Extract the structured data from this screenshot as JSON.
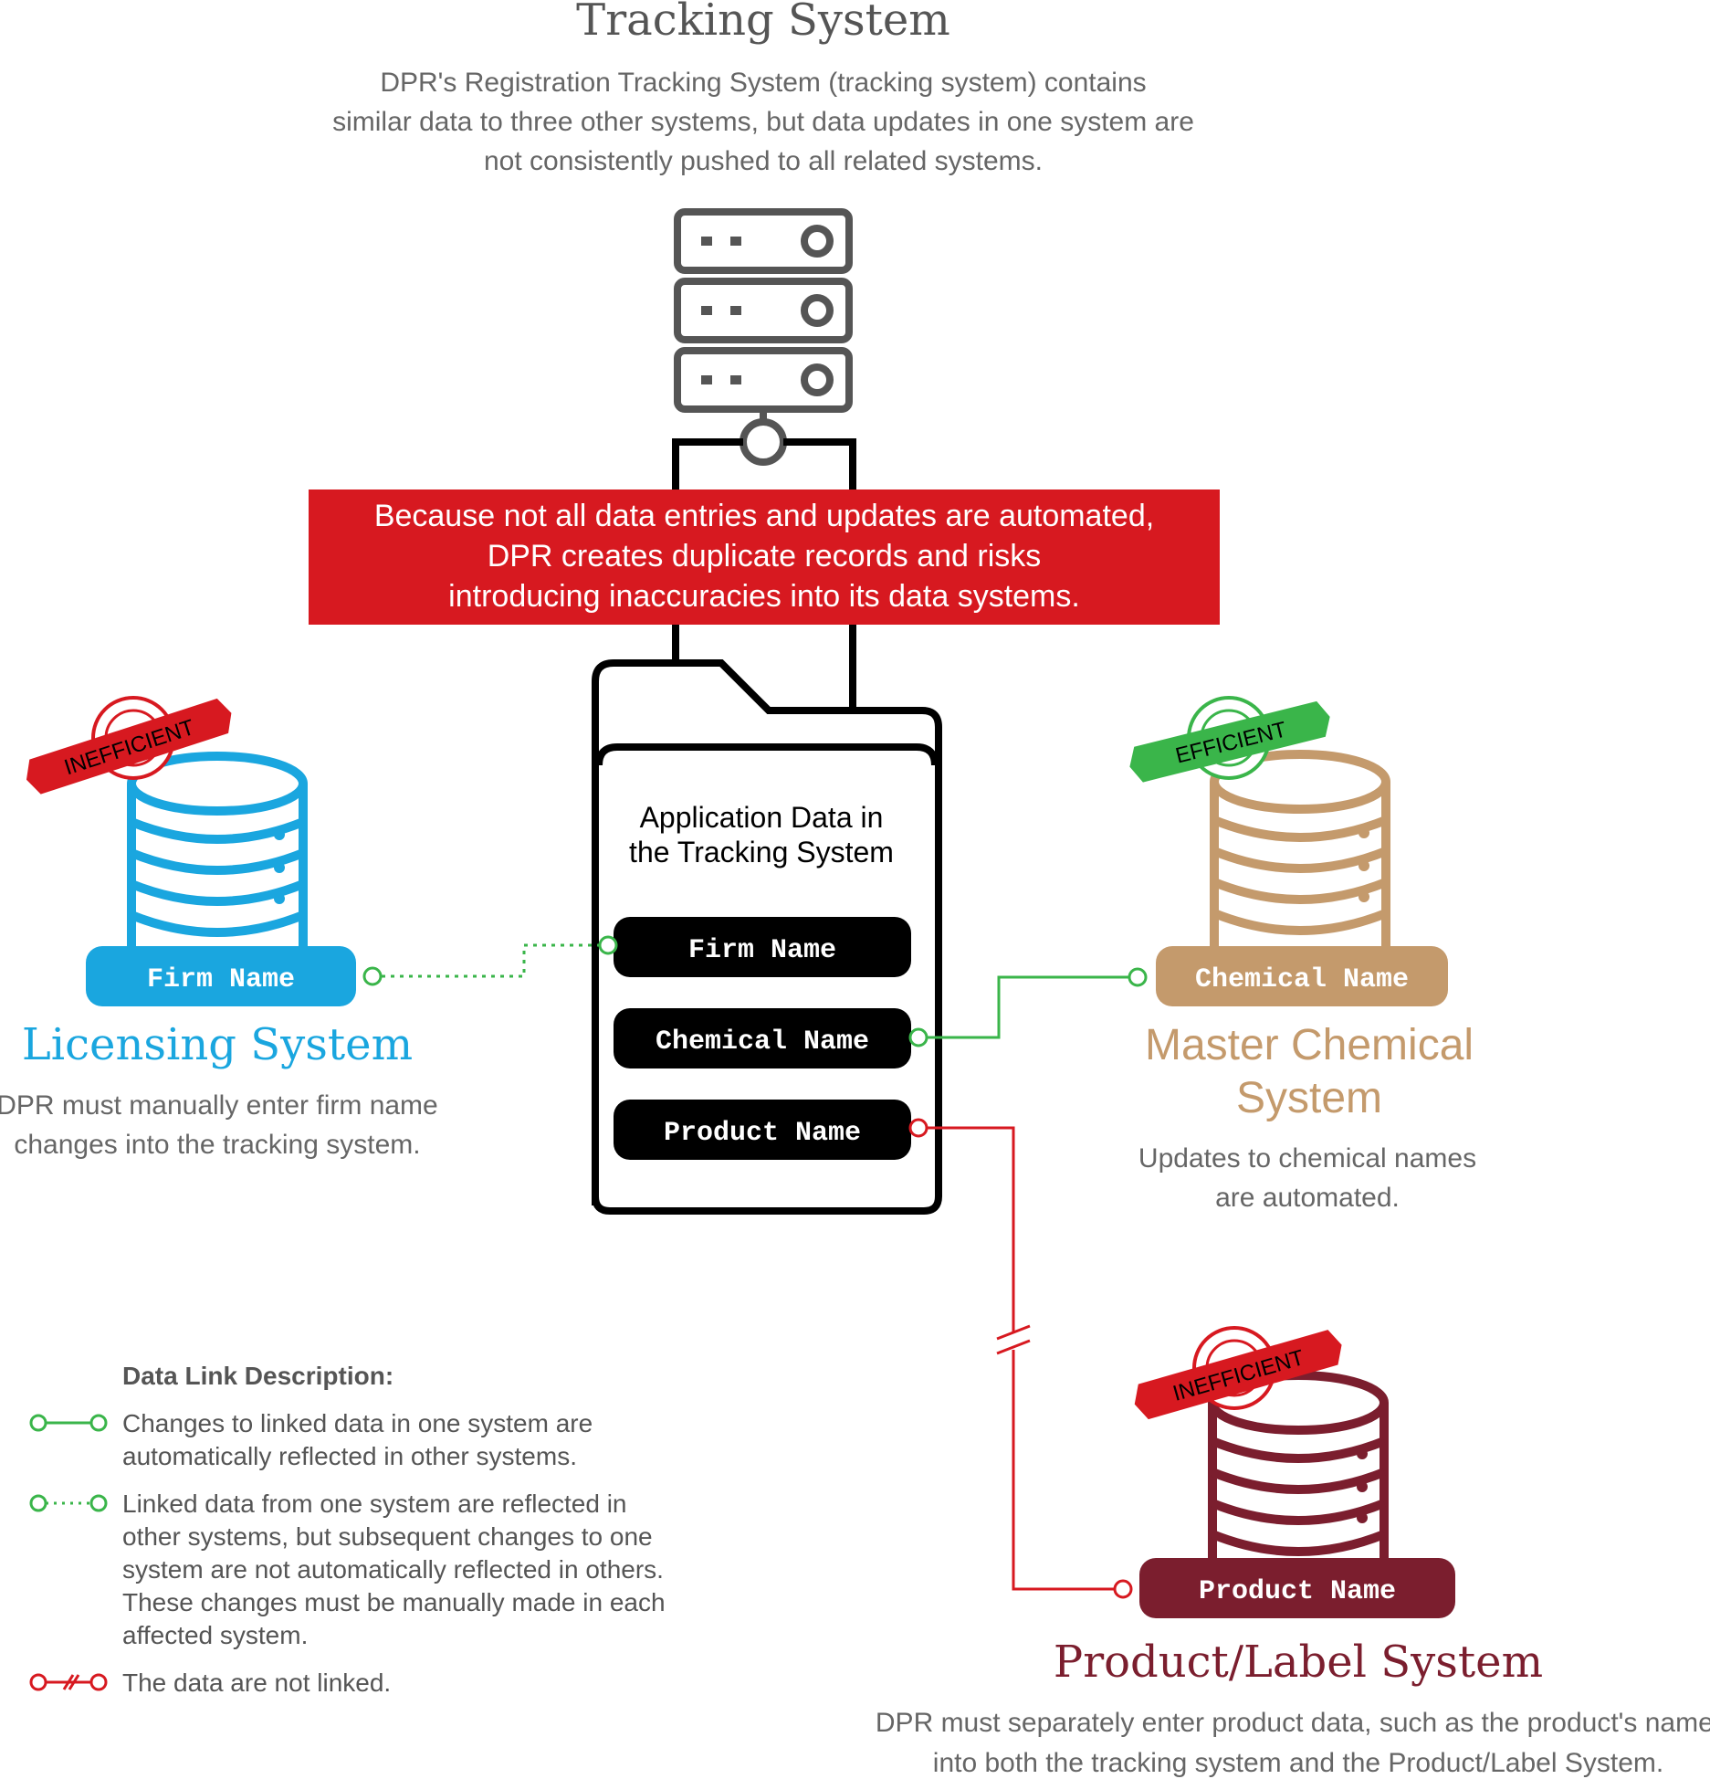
{
  "header": {
    "title": "Tracking System",
    "description_lines": [
      "DPR's Registration Tracking System (tracking system) contains",
      "similar data to three other systems, but data updates in one system are",
      "not consistently pushed to all related systems."
    ]
  },
  "alert": {
    "lines": [
      "Because not all data entries and updates are automated,",
      "DPR creates duplicate records and risks",
      "introducing inaccuracies into its data systems."
    ],
    "color": "#d71920"
  },
  "tracking_folder": {
    "title_lines": [
      "Application Data in",
      "the Tracking System"
    ],
    "fields": [
      "Firm Name",
      "Chemical Name",
      "Product Name"
    ]
  },
  "licensing": {
    "badge": "INEFFICIENT",
    "field": "Firm Name",
    "name": "Licensing System",
    "note_lines": [
      "DPR must manually enter firm name",
      "changes into the tracking system."
    ],
    "color": "#1aa6df"
  },
  "master_chemical": {
    "badge": "EFFICIENT",
    "field": "Chemical Name",
    "name_lines": [
      "Master Chemical",
      "System"
    ],
    "note_lines": [
      "Updates to chemical names",
      "are automated."
    ],
    "color": "#c49a6c"
  },
  "product_label": {
    "badge": "INEFFICIENT",
    "field": "Product Name",
    "name": "Product/Label System",
    "note_lines": [
      "DPR must separately enter product data, such as the product's name,",
      "into both the tracking system and the Product/Label System."
    ],
    "color": "#7b1e2e"
  },
  "legend": {
    "title": "Data Link Description:",
    "items": [
      {
        "type": "solid",
        "lines": [
          "Changes to linked data in one system are",
          "automatically reflected in other systems."
        ]
      },
      {
        "type": "dotted",
        "lines": [
          "Linked data from one system are reflected in",
          "other systems, but subsequent changes to one",
          "system are not automatically reflected in others.",
          "These changes must be manually made in each",
          "affected system."
        ]
      },
      {
        "type": "broken",
        "lines": [
          "The data are not linked."
        ]
      }
    ]
  },
  "colors": {
    "green": "#3ab54a",
    "red": "#d71920",
    "dark_gray": "#555555",
    "black": "#000000"
  },
  "icons": [
    "server-icon",
    "folder-icon",
    "database-icon",
    "gear-icon",
    "connector-circle-icon"
  ]
}
